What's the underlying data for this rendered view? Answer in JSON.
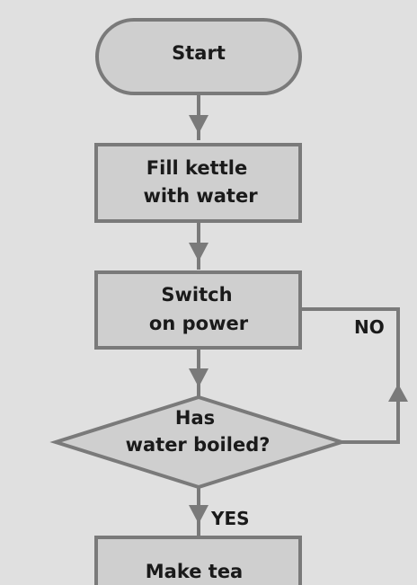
{
  "colors": {
    "background": "#e0e0e0",
    "node_fill": "#cfcfcf",
    "node_stroke": "#7a7a7a",
    "connector": "#7a7a7a",
    "text": "#1a1a1a"
  },
  "nodes": {
    "start": {
      "shape": "terminator",
      "label": "Start"
    },
    "fill": {
      "shape": "process",
      "lines": [
        "Fill kettle",
        "with water"
      ]
    },
    "switch": {
      "shape": "process",
      "lines": [
        "Switch",
        "on power"
      ]
    },
    "decision": {
      "shape": "decision",
      "lines": [
        "Has",
        "water boiled?"
      ]
    },
    "make": {
      "shape": "process",
      "label": "Make tea"
    }
  },
  "edges": {
    "no_label": "NO",
    "yes_label": "YES"
  }
}
